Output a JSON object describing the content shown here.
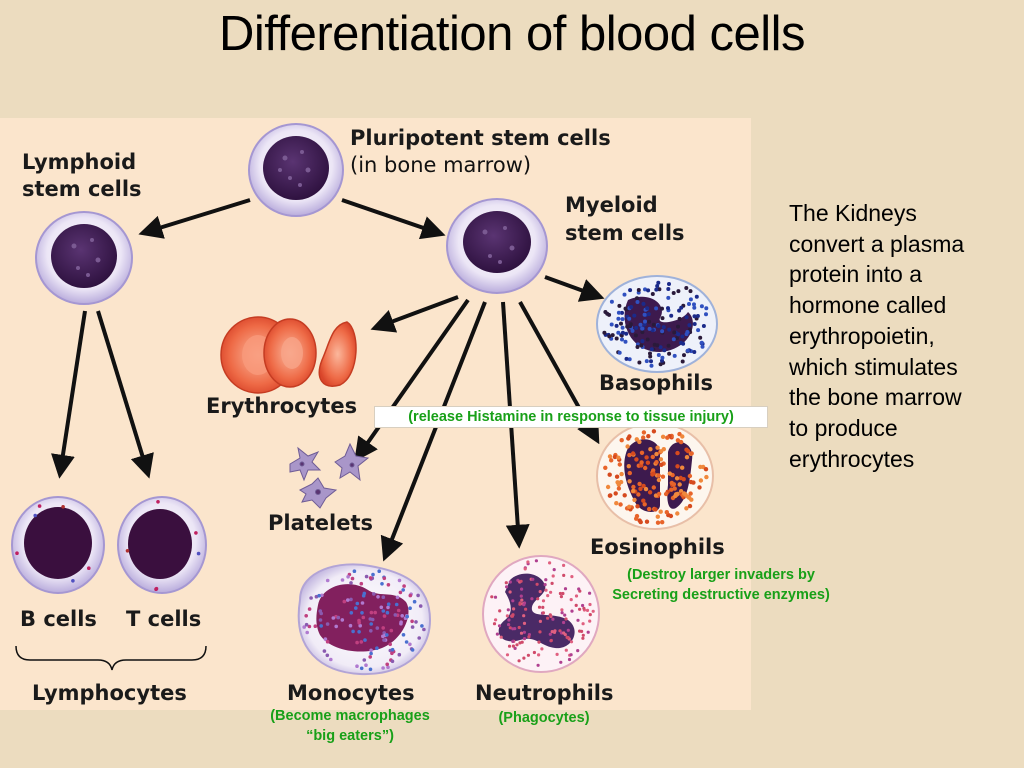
{
  "title": "Differentiation of blood cells",
  "labels": {
    "pluripotent_line1": "Pluripotent stem cells",
    "pluripotent_line2": "(in bone marrow)",
    "lymphoid_line1": "Lymphoid",
    "lymphoid_line2": "stem cells",
    "myeloid_line1": "Myeloid",
    "myeloid_line2": "stem cells",
    "erythrocytes": "Erythrocytes",
    "basophils": "Basophils",
    "platelets": "Platelets",
    "eosinophils": "Eosinophils",
    "b_cells": "B cells",
    "t_cells": "T cells",
    "lymphocytes": "Lymphocytes",
    "monocytes": "Monocytes",
    "neutrophils": "Neutrophils"
  },
  "notes": {
    "basophils": "(release Histamine in response to tissue injury)",
    "eosinophils_line1": "(Destroy larger invaders by",
    "eosinophils_line2": "Secreting destructive enzymes)",
    "monocytes_line1": "(Become macrophages",
    "monocytes_line2": "“big eaters”)",
    "neutrophils": "(Phagocytes)"
  },
  "side_text": {
    "line1": "The Kidneys",
    "line2": "convert a plasma",
    "line3": "protein into a",
    "line4": "hormone called",
    "line5": "erythropoietin,",
    "line6": "which stimulates",
    "line7": "the bone marrow",
    "line8": "to produce",
    "line9": "erythrocytes"
  },
  "colors": {
    "background": "#ecdcbf",
    "panel": "#fbe5cc",
    "note_green": "#18a018",
    "nucleus_purple": "#3d1a4e",
    "rbc_red": "#e8553a"
  }
}
